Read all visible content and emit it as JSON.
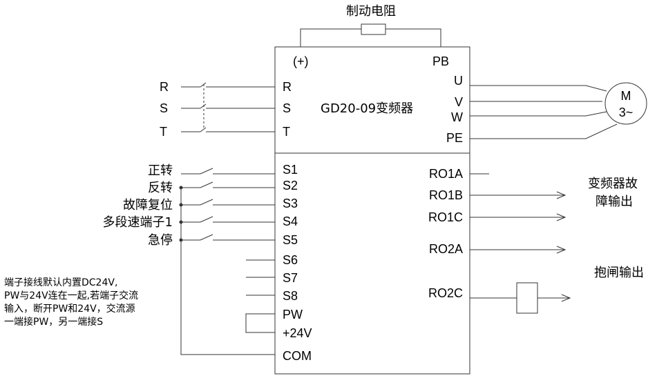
{
  "brake_resistor_label": "制动电阻",
  "inverter": {
    "model_label": "GD20-09变频器",
    "dc_plus": "(+)",
    "pb": "PB",
    "in_terminals": [
      "R",
      "S",
      "T"
    ],
    "out_terminals": [
      "U",
      "V",
      "W",
      "PE"
    ],
    "digital_inputs": [
      "S1",
      "S2",
      "S3",
      "S4",
      "S5",
      "S6",
      "S7",
      "S8",
      "PW",
      "+24V",
      "COM"
    ],
    "relay_outputs": [
      "RO1A",
      "RO1B",
      "RO1C",
      "RO2A",
      "RO2C"
    ]
  },
  "power_input_labels": [
    "R",
    "S",
    "T"
  ],
  "motor": {
    "line1": "M",
    "line2": "3~"
  },
  "switch_functions": [
    "正转",
    "反转",
    "故障复位",
    "多段速端子1",
    "急停"
  ],
  "fault_output_label": [
    "变频器故",
    "障输出"
  ],
  "brake_output_label": "抱闸输出",
  "note_lines": [
    "端子接线默认内置DC24V,",
    "PW与24V连在一起,若端子交流",
    "输入，断开PW和24V，交流源",
    "一端接PW，另一端接S"
  ]
}
